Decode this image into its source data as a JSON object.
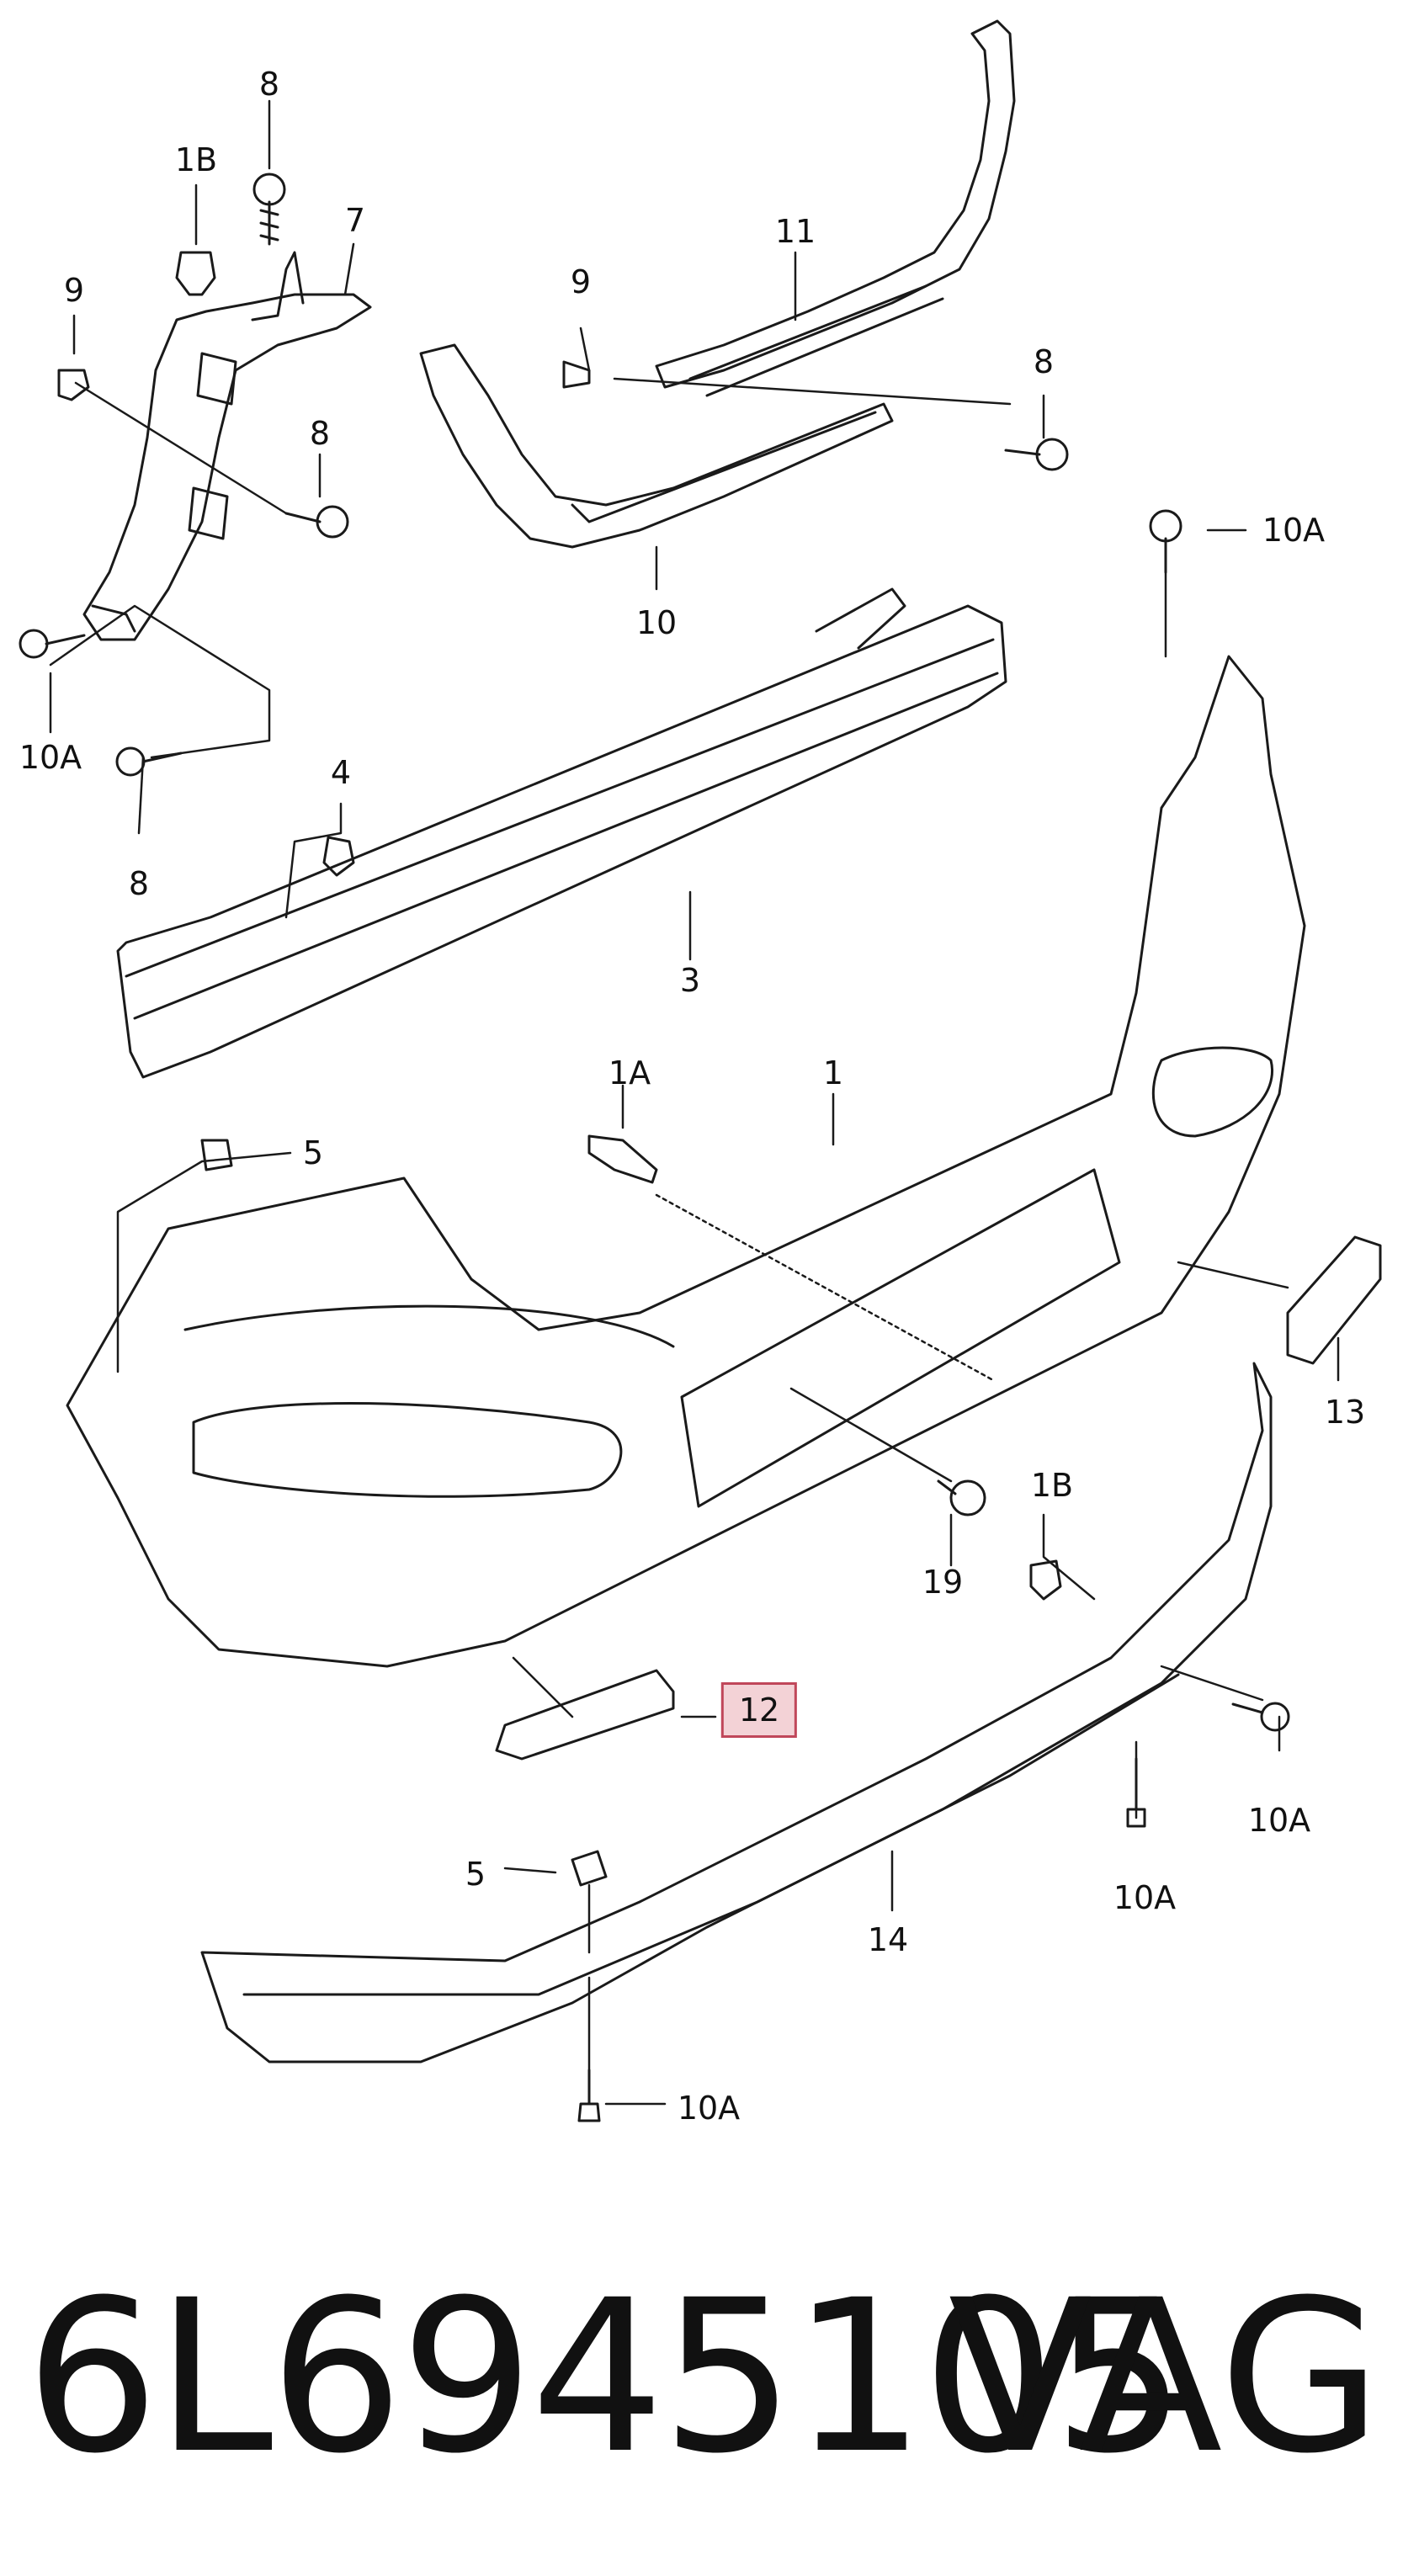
{
  "callouts": [
    {
      "id": "c8a",
      "text": "8"
    },
    {
      "id": "c1b_top",
      "text": "1B"
    },
    {
      "id": "c7",
      "text": "7"
    },
    {
      "id": "c9_left",
      "text": "9"
    },
    {
      "id": "c8b",
      "text": "8"
    },
    {
      "id": "c10a_left",
      "text": "10A"
    },
    {
      "id": "c8c",
      "text": "8"
    },
    {
      "id": "c4",
      "text": "4"
    },
    {
      "id": "c3",
      "text": "3"
    },
    {
      "id": "c5_top",
      "text": "5"
    },
    {
      "id": "c11",
      "text": "11"
    },
    {
      "id": "c9_mid",
      "text": "9"
    },
    {
      "id": "c8d",
      "text": "8"
    },
    {
      "id": "c10",
      "text": "10"
    },
    {
      "id": "c10a_topright",
      "text": "10A"
    },
    {
      "id": "c1a",
      "text": "1A"
    },
    {
      "id": "c1",
      "text": "1"
    },
    {
      "id": "c13",
      "text": "13"
    },
    {
      "id": "c19",
      "text": "19"
    },
    {
      "id": "c1b_bottom",
      "text": "1B"
    },
    {
      "id": "c12",
      "text": "12",
      "highlighted": true
    },
    {
      "id": "c10a_right",
      "text": "10A"
    },
    {
      "id": "c10a_mid",
      "text": "10A"
    },
    {
      "id": "c14",
      "text": "14"
    },
    {
      "id": "c5_bottom",
      "text": "5"
    },
    {
      "id": "c10a_bottom",
      "text": "10A"
    }
  ],
  "footer": {
    "part_number": "6L6945105",
    "brand": "VAG"
  },
  "colors": {
    "line": "#1a1a1a",
    "highlight_border": "#c0475a",
    "highlight_fill": "#f3d2d6"
  }
}
